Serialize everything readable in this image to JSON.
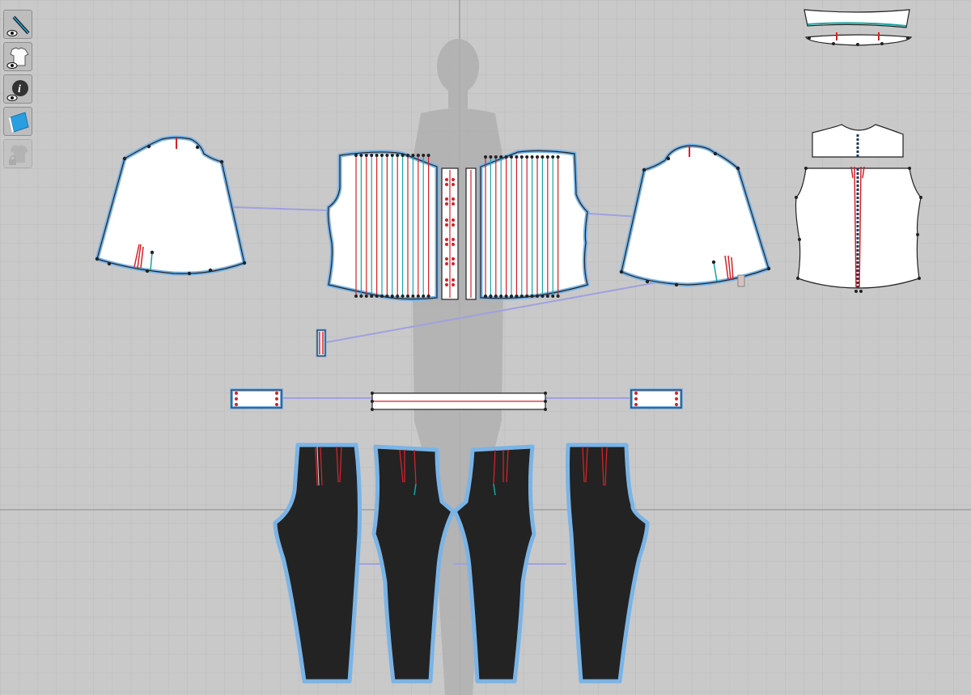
{
  "window": {
    "type": "2d-pattern-window"
  },
  "colors": {
    "background": "#c9c9c9",
    "grid_minor": "#bcbcbc",
    "grid_major": "#8a8a8a",
    "panel_fill": "#ffffff",
    "panel_dark_fill": "#232323",
    "panel_outline": "#7ab4e6",
    "seam_link": "#a0a0e0",
    "seam_red": "#d2222a",
    "seam_teal": "#1aa3a3",
    "avatar": "#b0b0b0"
  },
  "toolbar": {
    "items": [
      {
        "icon": "pencil-visibility-icon",
        "state": "active"
      },
      {
        "icon": "garment-visibility-icon",
        "state": "active"
      },
      {
        "icon": "info-visibility-icon",
        "state": "active"
      },
      {
        "icon": "texture-icon",
        "state": "active"
      },
      {
        "icon": "locked-garment-icon",
        "state": "disabled"
      }
    ]
  },
  "pattern_pieces": [
    {
      "name": "left-sleeve",
      "fill": "white"
    },
    {
      "name": "front-bodice-left",
      "fill": "white",
      "pleats": true
    },
    {
      "name": "front-bodice-right",
      "fill": "white",
      "pleats": true
    },
    {
      "name": "placket-left",
      "fill": "white"
    },
    {
      "name": "placket-right",
      "fill": "white"
    },
    {
      "name": "right-sleeve",
      "fill": "white"
    },
    {
      "name": "collar-stand",
      "fill": "white"
    },
    {
      "name": "collar",
      "fill": "white"
    },
    {
      "name": "back-yoke",
      "fill": "white"
    },
    {
      "name": "back-bodice",
      "fill": "white"
    },
    {
      "name": "cuff-left",
      "fill": "white"
    },
    {
      "name": "waistband",
      "fill": "white"
    },
    {
      "name": "cuff-right",
      "fill": "white"
    },
    {
      "name": "small-tab",
      "fill": "white"
    },
    {
      "name": "pants-front-left",
      "fill": "dark"
    },
    {
      "name": "pants-back-left",
      "fill": "dark"
    },
    {
      "name": "pants-back-right",
      "fill": "dark"
    },
    {
      "name": "pants-front-right",
      "fill": "dark"
    }
  ]
}
